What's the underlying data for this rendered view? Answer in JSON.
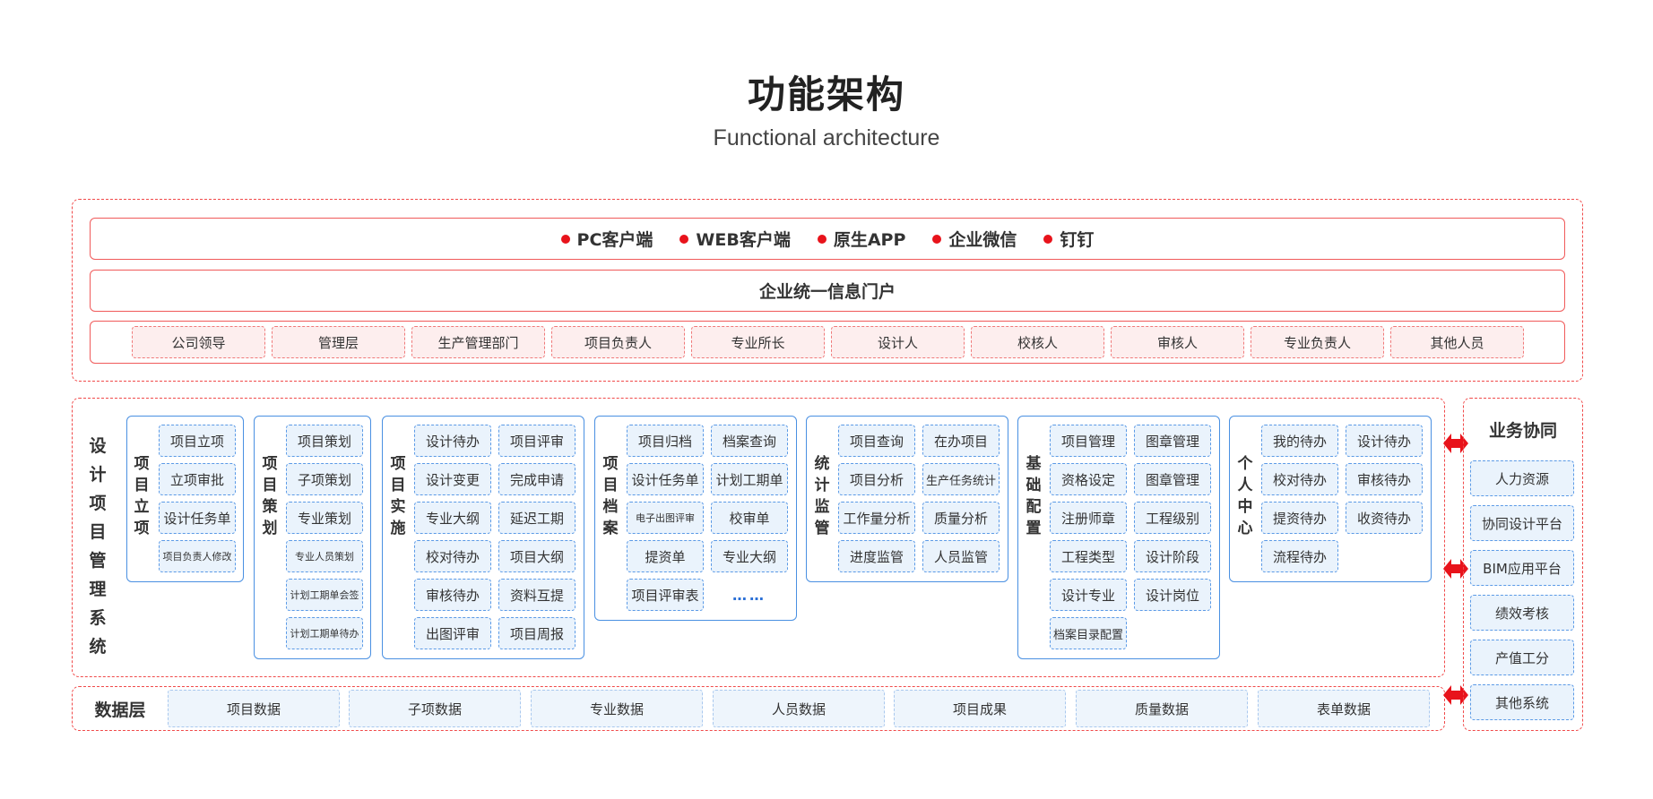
{
  "header": {
    "title": "功能架构",
    "subtitle": "Functional architecture"
  },
  "clients": [
    "PC客户端",
    "WEB客户端",
    "原生APP",
    "企业微信",
    "钉钉"
  ],
  "portal": "企业统一信息门户",
  "roles": [
    "公司领导",
    "管理层",
    "生产管理部门",
    "项目负责人",
    "专业所长",
    "设计人",
    "校核人",
    "审核人",
    "专业负责人",
    "其他人员"
  ],
  "system_title": "设计项目管理系统",
  "modules": [
    {
      "label": "项目立项",
      "items": [
        "项目立项",
        "立项审批",
        "设计任务单",
        "项目负责人修改"
      ]
    },
    {
      "label": "项目策划",
      "items": [
        "项目策划",
        "子项策划",
        "专业策划",
        "专业人员策划",
        "计划工期单会签",
        "计划工期单待办"
      ]
    },
    {
      "label": "项目实施",
      "items": [
        "设计待办",
        "项目评审",
        "设计变更",
        "完成申请",
        "专业大纲",
        "延迟工期",
        "校对待办",
        "项目大纲",
        "审核待办",
        "资料互提",
        "出图评审",
        "项目周报"
      ]
    },
    {
      "label": "项目档案",
      "items": [
        "项目归档",
        "档案查询",
        "设计任务单",
        "计划工期单",
        "电子出图评审",
        "校审单",
        "提资单",
        "专业大纲",
        "项目评审表",
        "……"
      ]
    },
    {
      "label": "统计监管",
      "items": [
        "项目查询",
        "在办项目",
        "项目分析",
        "生产任务统计",
        "工作量分析",
        "质量分析",
        "进度监管",
        "人员监管"
      ]
    },
    {
      "label": "基础配置",
      "items": [
        "项目管理",
        "图章管理",
        "资格设定",
        "图章管理",
        "注册师章",
        "工程级别",
        "工程类型",
        "设计阶段",
        "设计专业",
        "设计岗位",
        "档案目录配置"
      ]
    },
    {
      "label": "个人中心",
      "items": [
        "我的待办",
        "设计待办",
        "校对待办",
        "审核待办",
        "提资待办",
        "收资待办",
        "流程待办"
      ]
    }
  ],
  "data_layer": {
    "label": "数据层",
    "items": [
      "项目数据",
      "子项数据",
      "专业数据",
      "人员数据",
      "项目成果",
      "质量数据",
      "表单数据"
    ]
  },
  "collaboration": {
    "title": "业务协同",
    "items": [
      "人力资源",
      "协同设计平台",
      "BIM应用平台",
      "绩效考核",
      "产值工分",
      "其他系统"
    ]
  },
  "colors": {
    "red": "#e8131b",
    "blue": "#4a90e2",
    "pink_fill": "#fdeeee",
    "blue_fill": "#eaf3fc"
  }
}
